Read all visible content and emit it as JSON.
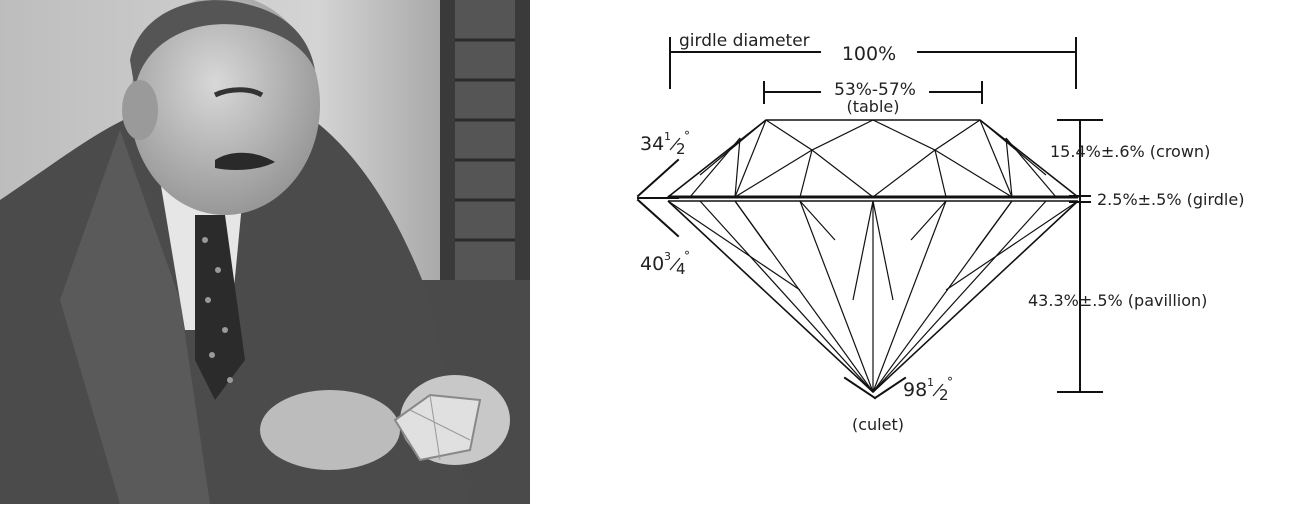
{
  "photo": {
    "alt": "black-and-white photograph of a man examining a diamond model"
  },
  "diagram": {
    "girdle_diameter": "girdle diameter",
    "diameter_pct": "100%",
    "table_pct": "53%-57%",
    "table_label": "(table)",
    "crown_angle_whole": "34",
    "crown_angle_frac_num": "1",
    "crown_angle_frac_den": "2",
    "pavilion_angle_whole": "40",
    "pavilion_angle_frac_num": "3",
    "pavilion_angle_frac_den": "4",
    "culet_angle_whole": "98",
    "culet_angle_frac_num": "1",
    "culet_angle_frac_den": "2",
    "degree": "°",
    "crown_label": "15.4%±.6% (crown)",
    "girdle_label": "2.5%±.5% (girdle)",
    "pavilion_label": "43.3%±.5% (pavillion)",
    "culet_label": "(culet)"
  }
}
